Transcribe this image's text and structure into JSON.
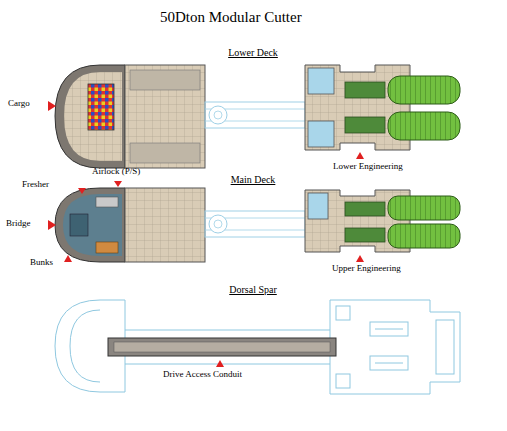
{
  "diagram": {
    "title": "50Dton Modular Cutter",
    "labels": [
      "Lower Deck",
      "Cargo",
      "Lower Engineering",
      "Airlock (P/S)",
      "Main Deck",
      "Fresher",
      "Bridge",
      "Bunks",
      "Upper Engineering",
      "Dorsal Spar",
      "Drive Access Conduit"
    ]
  }
}
